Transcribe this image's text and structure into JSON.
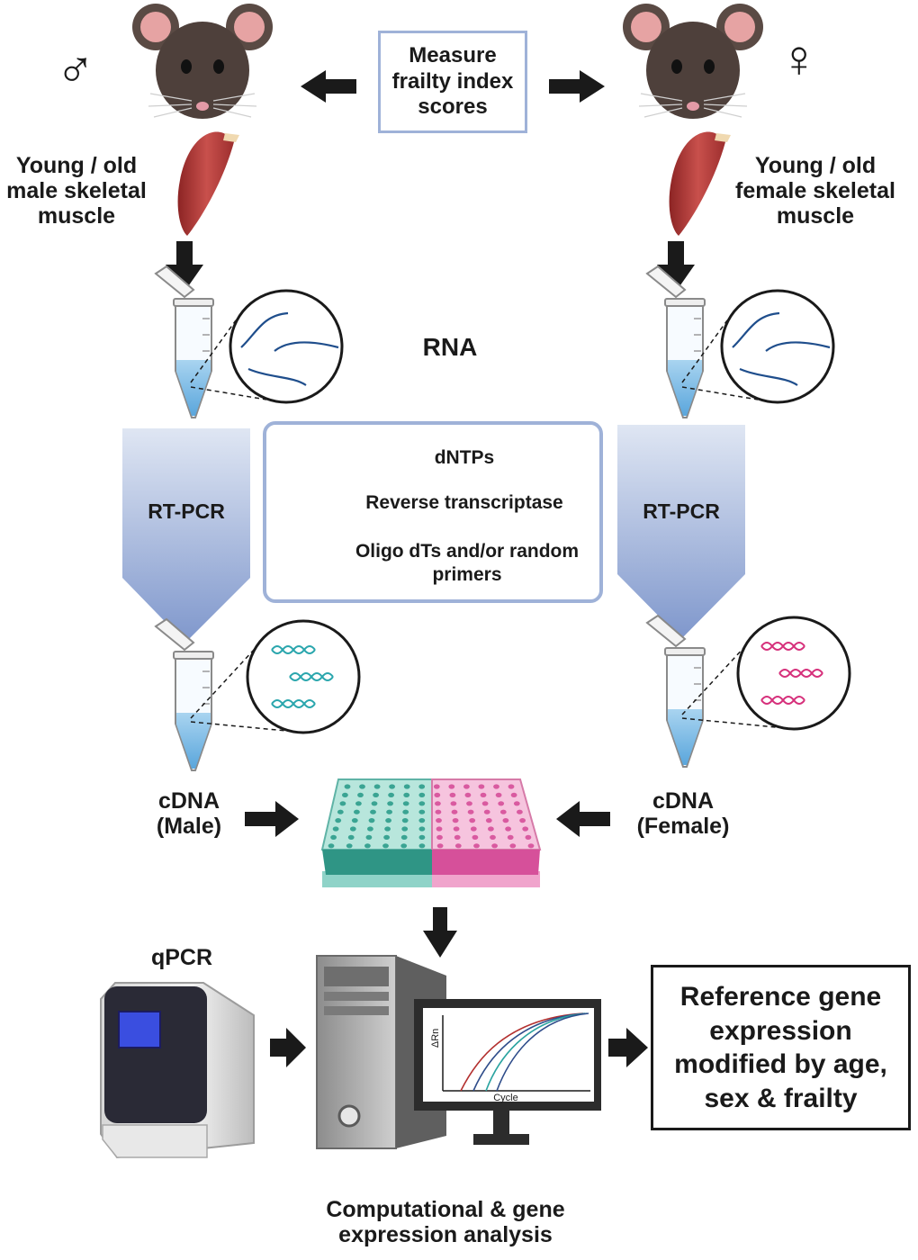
{
  "top": {
    "measure_label": "Measure frailty index scores",
    "male_symbol": "♂",
    "female_symbol": "♀"
  },
  "male": {
    "tissue_label": "Young / old male skeletal muscle",
    "pcr_label": "RT-PCR",
    "cdna_label": "cDNA (Male)"
  },
  "female": {
    "tissue_label": "Young / old female skeletal muscle",
    "pcr_label": "RT-PCR",
    "cdna_label": "cDNA (Female)"
  },
  "center": {
    "rna_label": "RNA",
    "reagents": [
      {
        "label": "dNTPs",
        "icon": "dntp-icon",
        "color": "#c2189b"
      },
      {
        "label": "Reverse transcriptase",
        "icon": "reverse-transcriptase-icon",
        "color": "#5ab9c9"
      },
      {
        "label": "Oligo dTs and/or random primers",
        "icon": "primer-icon",
        "color": "#e8891a"
      }
    ]
  },
  "bottom": {
    "qpcr_label": "qPCR",
    "analysis_label": "Computational & gene expression analysis",
    "result_label": "Reference gene expression modified by age, sex & frailty",
    "plot_ylabel": "ΔRn",
    "plot_xlabel": "Cycle"
  },
  "colors": {
    "male_dna": "#2aa6ad",
    "female_dna": "#d6307b",
    "rna": "#1f4e8c",
    "muscle": "#b33a3a",
    "box_border": "#9fb2d8",
    "arrow": "#1a1a1a",
    "plate_teal": "#7fcdc0",
    "plate_pink": "#ee9ac7"
  }
}
